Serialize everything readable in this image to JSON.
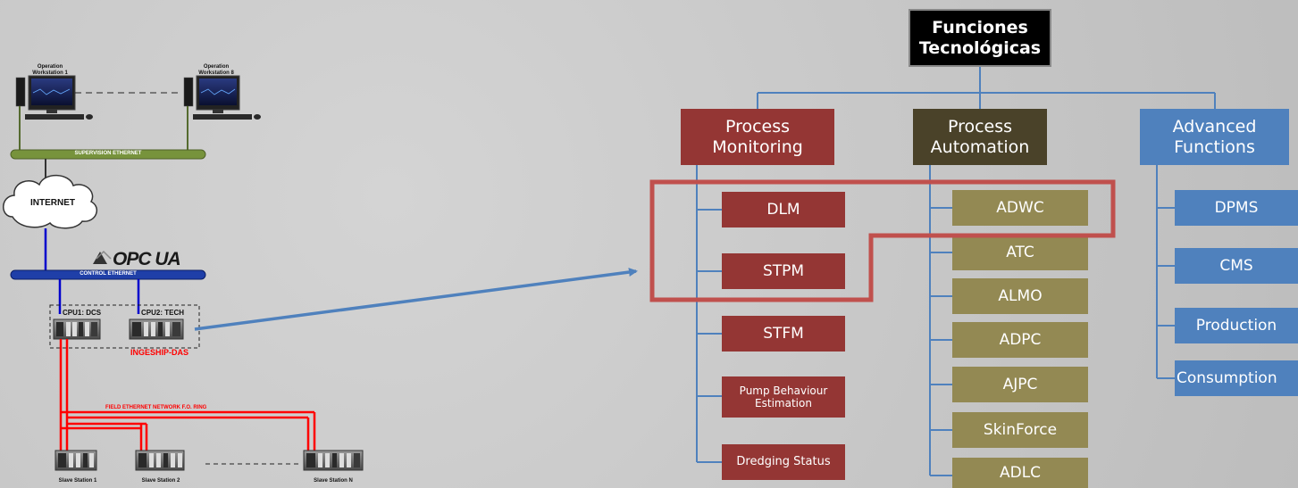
{
  "network": {
    "workstation_1_label": "Operation Workstation 1",
    "workstation_8_label": "Operation Workstation 8",
    "supervision_ethernet": "SUPERVISION ETHERNET",
    "internet": "INTERNET",
    "opc_logo": "OPC UA",
    "control_ethernet": "CONTROL ETHERNET",
    "cpu1": "CPU1: DCS",
    "cpu2": "CPU2: TECH",
    "system_name": "INGESHIP-DAS",
    "field_network": "FIELD ETHERNET NETWORK F.O. RING",
    "slave_1": "Slave Station 1",
    "slave_2": "Slave Station 2",
    "slave_n": "Slave Station N"
  },
  "tree": {
    "root": "Funciones Tecnológicas",
    "columns": [
      {
        "header": "Process Monitoring",
        "color": "#943634",
        "items": [
          "DLM",
          "STPM",
          "STFM",
          "Pump Behaviour Estimation",
          "Dredging Status"
        ]
      },
      {
        "header": "Process Automation",
        "color": "#4a4229",
        "item_color": "#938953",
        "items": [
          "ADWC",
          "ATC",
          "ALMO",
          "ADPC",
          "AJPC",
          "SkinForce",
          "ADLC"
        ]
      },
      {
        "header": "Advanced Functions",
        "color": "#4f81bd",
        "items": [
          "DPMS",
          "CMS",
          "Production",
          "Consumption"
        ]
      }
    ]
  },
  "colors": {
    "highlight": "#c0504d",
    "arrow": "#4f81bd",
    "connector": "#4f81bd",
    "field_ring": "#ff0000",
    "control_line": "#0000cc",
    "supervision_bar": "#77933c"
  }
}
